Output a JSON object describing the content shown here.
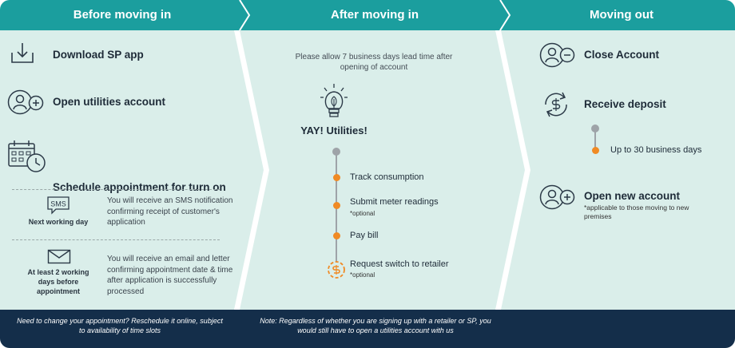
{
  "header": {
    "col1": "Before moving in",
    "col2": "After moving in",
    "col3": "Moving out"
  },
  "before": {
    "download": "Download SP app",
    "open_account": "Open utilities account",
    "schedule": "Schedule appointment for turn on",
    "sms": {
      "icon_label": "SMS",
      "timing": "Next working day",
      "text": "You will receive an SMS notification confirming receipt of customer's application"
    },
    "email": {
      "timing": "At least 2 working days before appointment",
      "text": "You will receive an email and letter confirming appointment date & time after application is successfully processed"
    }
  },
  "after": {
    "lead_note": "Please allow 7 business days lead time after opening of account",
    "yay": "YAY! Utilities!",
    "steps": [
      {
        "label": "Track consumption",
        "note": ""
      },
      {
        "label": "Submit meter readings",
        "note": "*optional"
      },
      {
        "label": "Pay bill",
        "note": ""
      },
      {
        "label": "Request switch to retailer",
        "note": "*optional"
      }
    ]
  },
  "out": {
    "close": "Close Account",
    "deposit": "Receive deposit",
    "deposit_time": "Up to 30 business days",
    "new_account": "Open new account",
    "new_note": "*applicable to those moving to new premises"
  },
  "footer": {
    "note1": "Need to change your appointment? Reschedule it online, subject to availability of time slots",
    "note2": "Note: Regardless of whether you are signing up with a retailer or SP, you would still have to open a utilities account with us"
  },
  "colors": {
    "teal": "#1b9e9e",
    "navy": "#142e4a",
    "orange": "#f08a24",
    "panel": "#daeeea"
  },
  "icons": [
    "download-icon",
    "add-user-icon",
    "calendar-clock-icon",
    "sms-bubble-icon",
    "envelope-icon",
    "lightbulb-icon",
    "remove-user-icon",
    "dollar-refresh-icon",
    "switch-retailer-icon"
  ]
}
